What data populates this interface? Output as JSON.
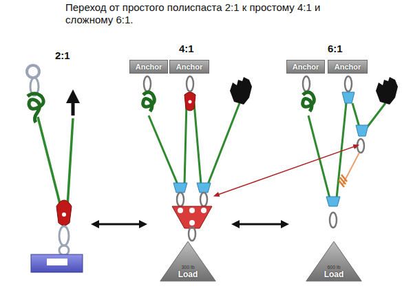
{
  "diagram": {
    "title": "Переход от простого полиспаста 2:1 к простому 4:1 и сложному 6:1.",
    "nodes": [
      {
        "text": [
          "Anchor"
        ]
      },
      {
        "text": [
          "Anchor"
        ]
      },
      {
        "text": [
          "Anchor"
        ]
      },
      {
        "text": [
          "Anchor"
        ]
      },
      {
        "text": [
          "Load",
          "300 lb"
        ]
      },
      {
        "text": [
          "Load",
          "600 lb"
        ]
      }
    ],
    "labels": [
      "2:1",
      "4:1",
      "6:1"
    ]
  }
}
